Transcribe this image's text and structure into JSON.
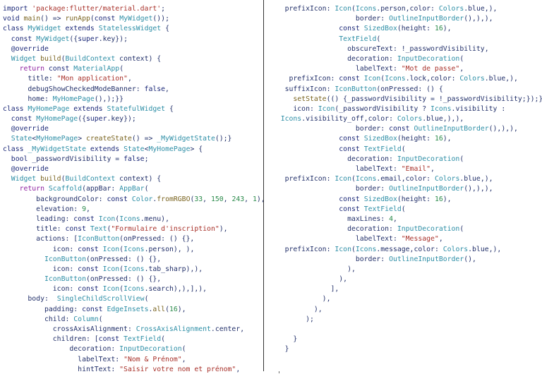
{
  "document": {
    "left_column": [
      "import 'package:flutter/material.dart';",
      "void main() => runApp(const MyWidget());",
      "class MyWidget extends StatelessWidget {",
      "  const MyWidget({super.key});",
      "  @override",
      "  Widget build(BuildContext context) {",
      "    return const MaterialApp(",
      "      title: \"Mon application\",",
      "      debugShowCheckedModeBanner: false,",
      "      home: MyHomePage(),);}}",
      "class MyHomePage extends StatefulWidget {",
      "  const MyHomePage({super.key});",
      "  @override",
      "  State<MyHomePage> createState() => _MyWidgetState();}",
      "class _MyWidgetState extends State<MyHomePage> {",
      "  bool _passwordVisibility = false;",
      "  @override",
      "  Widget build(BuildContext context) {",
      "    return Scaffold(appBar: AppBar(",
      "        backgroundColor: const Color.fromRGBO(33, 150, 243, 1),",
      "        elevation: 9,",
      "        leading: const Icon(Icons.menu),",
      "        title: const Text(\"Formulaire d'inscription\"),",
      "        actions: [IconButton(onPressed: () {},",
      "            icon: const Icon(Icons.person), ),",
      "          IconButton(onPressed: () {},",
      "            icon: const Icon(Icons.tab_sharp),),",
      "          IconButton(onPressed: () {},",
      "            icon: const Icon(Icons.search),),],),",
      "      body:  SingleChildScrollView(",
      "          padding: const EdgeInsets.all(16),",
      "          child: Column(",
      "            crossAxisAlignment: CrossAxisAlignment.center,",
      "            children: [const TextField(",
      "                decoration: InputDecoration(",
      "                  labelText: \"Nom & Prénom\",",
      "                  hintText: \"Saisir votre nom et prénom\","
    ],
    "right_column": [
      "    prefixIcon: Icon(Icons.person,color: Colors.blue,),",
      "                     border: OutlineInputBorder(),),),",
      "                 const SizedBox(height: 16),",
      "                 TextField(",
      "                   obscureText: !_passwordVisibility,",
      "                   decoration: InputDecoration(",
      "                     labelText: \"Mot de passe\",",
      "     prefixIcon: const Icon(Icons.lock,color: Colors.blue,),",
      "    suffixIcon: IconButton(onPressed: () {",
      "      setState(() {_passwordVisibility = !_passwordVisibility;});},",
      "      icon: Icon(_passwordVisibility ? Icons.visibility :",
      "   Icons.visibility_off,color: Colors.blue,),),",
      "                     border: const OutlineInputBorder(),),),",
      "                 const SizedBox(height: 16),",
      "                 const TextField(",
      "                   decoration: InputDecoration(",
      "                     labelText: \"Email\",",
      "    prefixIcon: Icon(Icons.email,color: Colors.blue,),",
      "                     border: OutlineInputBorder(),),),",
      "                 const SizedBox(height: 16),",
      "                 const TextField(",
      "                   maxLines: 4,",
      "                   decoration: InputDecoration(",
      "                     labelText: \"Message\",",
      "    prefixIcon: Icon(Icons.message,color: Colors.blue,),",
      "                     border: OutlineInputBorder(),",
      "                   ),",
      "                 ),",
      "               ],",
      "             ),",
      "           ),",
      "         );",
      "",
      "      }",
      "    }"
    ]
  }
}
